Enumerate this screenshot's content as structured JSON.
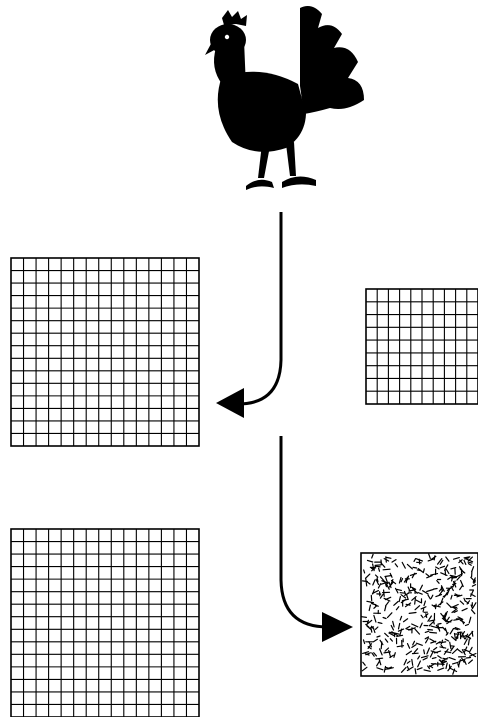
{
  "figure": {
    "icons": {
      "rooster": "rooster-silhouette-icon",
      "arrow": "curved-arrow-icon"
    },
    "colors": {
      "ink": "#000000",
      "paper": "#ffffff"
    },
    "panels": [
      {
        "id": "top-left",
        "pattern": "grid",
        "grid_columns": 15,
        "grid_rows": 15
      },
      {
        "id": "top-right",
        "pattern": "grid",
        "grid_columns": 10,
        "grid_rows": 9
      },
      {
        "id": "bottom-left",
        "pattern": "grid",
        "grid_columns": 15,
        "grid_rows": 15
      },
      {
        "id": "bottom-right",
        "pattern": "scattered-fragments",
        "fragment_count": 420
      }
    ]
  }
}
